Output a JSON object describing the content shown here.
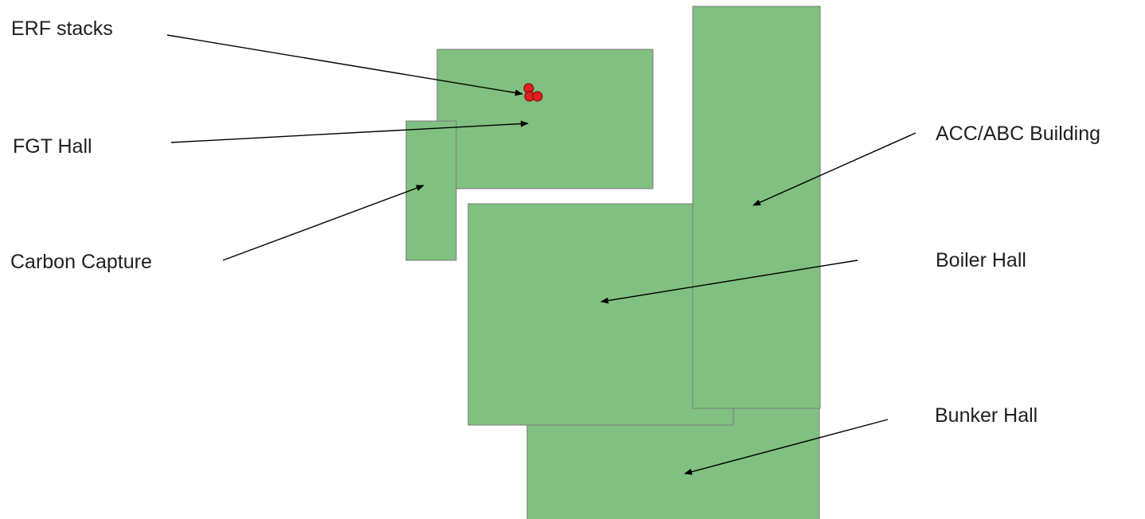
{
  "colors": {
    "building_fill": "#80c080",
    "building_stroke": "#7a7a7a",
    "stack_fill": "#e02020",
    "arrow": "#000000",
    "background": "#ffffff"
  },
  "labels": {
    "erf_stacks": "ERF stacks",
    "fgt_hall": "FGT Hall",
    "carbon_capture": "Carbon Capture",
    "acc_abc_building": "ACC/ABC Building",
    "boiler_hall": "Boiler Hall",
    "bunker_hall": "Bunker Hall"
  },
  "icons": {
    "stacks": "red-circle-cluster"
  }
}
